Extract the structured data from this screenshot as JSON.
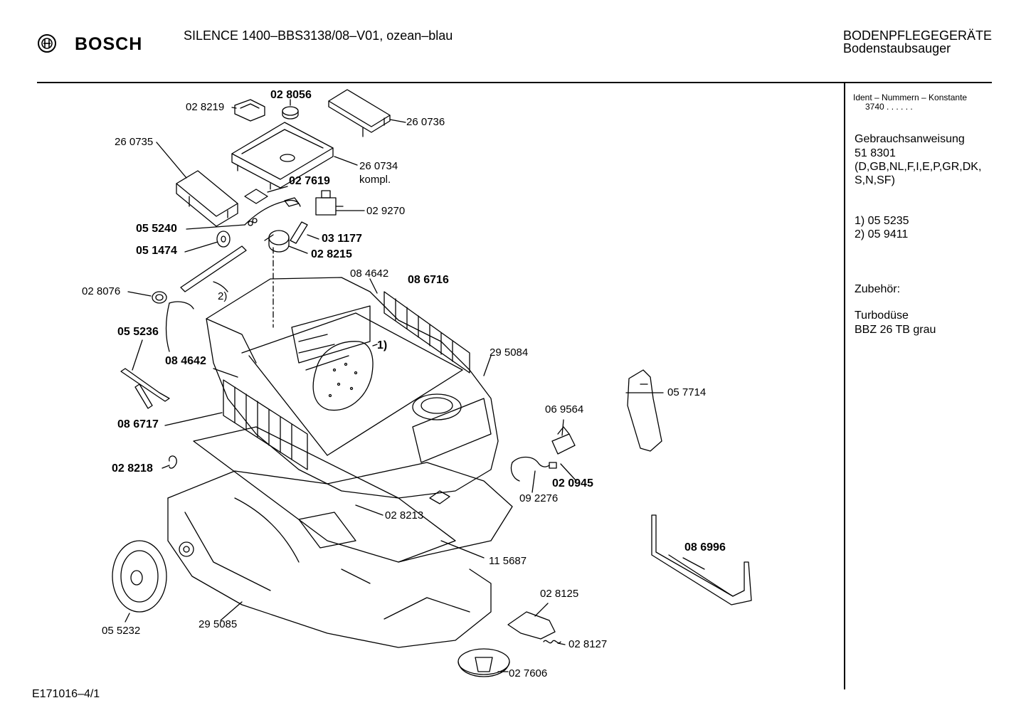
{
  "header": {
    "brand": "BOSCH",
    "model_title": "SILENCE 1400–BBS3138/08–V01, ozean–blau",
    "category_main": "BODENPFLEGEGERÄTE",
    "category_sub": "Bodenstaubsauger"
  },
  "sidebar": {
    "ident_label": "Ident – Nummern – Konstante",
    "ident_value": "3740  . .  . . . .",
    "manual_title": "Gebrauchsanweisung",
    "manual_number": "51 8301",
    "manual_langs_1": "(D,GB,NL,F,I,E,P,GR,DK,",
    "manual_langs_2": "S,N,SF)",
    "note_1": "1)  05 5235",
    "note_2": "2)  05 9411",
    "accessories_title": "Zubehör:",
    "accessory_name": "Turbodüse",
    "accessory_code": "BBZ 26 TB grau"
  },
  "parts": [
    {
      "id": "p028219",
      "text": "02 8219",
      "bold": false
    },
    {
      "id": "p028056",
      "text": "02 8056",
      "bold": true
    },
    {
      "id": "p260736",
      "text": "26 0736",
      "bold": false
    },
    {
      "id": "p260735",
      "text": "26 0735",
      "bold": false
    },
    {
      "id": "p260734",
      "text": "26 0734",
      "bold": false
    },
    {
      "id": "pkompl",
      "text": "kompl.",
      "bold": false
    },
    {
      "id": "p027619",
      "text": "02 7619",
      "bold": true
    },
    {
      "id": "p029270",
      "text": "02 9270",
      "bold": false
    },
    {
      "id": "p055240",
      "text": "05 5240",
      "bold": true
    },
    {
      "id": "p031177",
      "text": "03 1177",
      "bold": true
    },
    {
      "id": "p051474",
      "text": "05 1474",
      "bold": true
    },
    {
      "id": "p028215",
      "text": "02 8215",
      "bold": true
    },
    {
      "id": "p084642a",
      "text": "08 4642",
      "bold": false
    },
    {
      "id": "p086716",
      "text": "08 6716",
      "bold": true
    },
    {
      "id": "p028076",
      "text": "02 8076",
      "bold": false
    },
    {
      "id": "pnote2",
      "text": "2)",
      "bold": false
    },
    {
      "id": "pnote1",
      "text": "1)",
      "bold": true
    },
    {
      "id": "p055236",
      "text": "05 5236",
      "bold": true
    },
    {
      "id": "p295084",
      "text": "29 5084",
      "bold": false
    },
    {
      "id": "p084642b",
      "text": "08 4642",
      "bold": true
    },
    {
      "id": "p057714",
      "text": "05 7714",
      "bold": false
    },
    {
      "id": "p069564",
      "text": "06 9564",
      "bold": false
    },
    {
      "id": "p086717",
      "text": "08 6717",
      "bold": true
    },
    {
      "id": "p028218",
      "text": "02 8218",
      "bold": true
    },
    {
      "id": "p020945",
      "text": "02 0945",
      "bold": true
    },
    {
      "id": "p092276",
      "text": "09 2276",
      "bold": false
    },
    {
      "id": "p028213",
      "text": "02 8213",
      "bold": false
    },
    {
      "id": "p086996",
      "text": "08 6996",
      "bold": true
    },
    {
      "id": "p115687",
      "text": "11 5687",
      "bold": false
    },
    {
      "id": "p028125",
      "text": "02 8125",
      "bold": false
    },
    {
      "id": "p055232",
      "text": "05 5232",
      "bold": false
    },
    {
      "id": "p295085",
      "text": "29 5085",
      "bold": false
    },
    {
      "id": "p028127",
      "text": "02 8127",
      "bold": false
    },
    {
      "id": "p027606",
      "text": "02 7606",
      "bold": false
    }
  ],
  "footer": {
    "drawing_code": "E171016–4/1"
  }
}
